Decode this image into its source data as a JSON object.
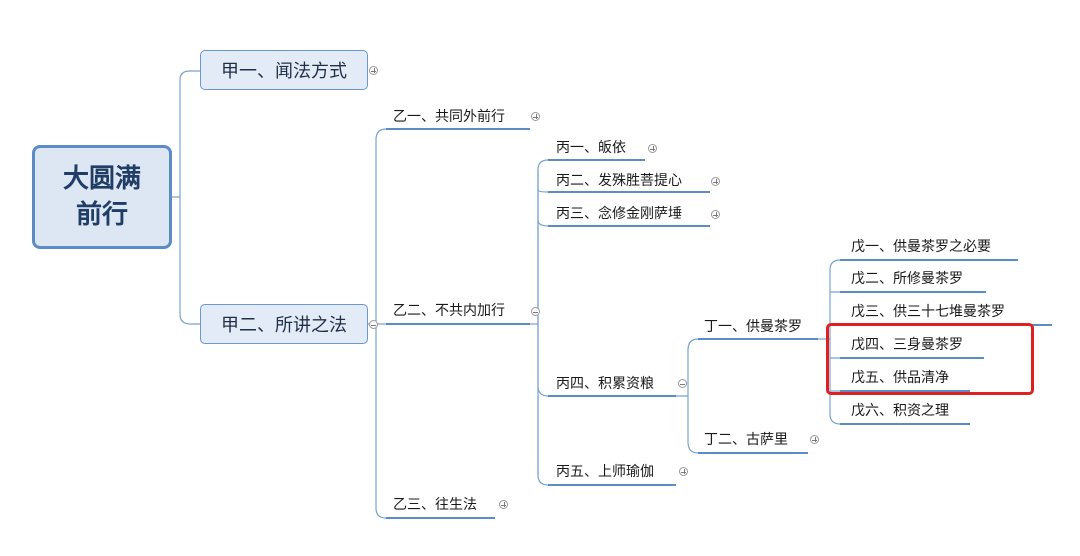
{
  "root": {
    "line1": "大圆满",
    "line2": "前行"
  },
  "level1": [
    {
      "id": "jia1",
      "label": "甲一、闻法方式"
    },
    {
      "id": "jia2",
      "label": "甲二、所讲之法"
    }
  ],
  "level2": [
    {
      "id": "yi1",
      "label": "乙一、共同外前行"
    },
    {
      "id": "yi2",
      "label": "乙二、不共内加行"
    },
    {
      "id": "yi3",
      "label": "乙三、往生法"
    }
  ],
  "level3": [
    {
      "id": "bing1",
      "label": "丙一、皈依"
    },
    {
      "id": "bing2",
      "label": "丙二、发殊胜菩提心"
    },
    {
      "id": "bing3",
      "label": "丙三、念修金刚萨埵"
    },
    {
      "id": "bing4",
      "label": "丙四、积累资粮"
    },
    {
      "id": "bing5",
      "label": "丙五、上师瑜伽"
    }
  ],
  "level4": [
    {
      "id": "ding1",
      "label": "丁一、供曼茶罗"
    },
    {
      "id": "ding2",
      "label": "丁二、古萨里"
    }
  ],
  "level5": [
    {
      "id": "wu1",
      "label": "戊一、供曼茶罗之必要"
    },
    {
      "id": "wu2",
      "label": "戊二、所修曼茶罗"
    },
    {
      "id": "wu3",
      "label": "戊三、供三十七堆曼茶罗"
    },
    {
      "id": "wu4",
      "label": "戊四、三身曼茶罗"
    },
    {
      "id": "wu5",
      "label": "戊五、供品清净"
    },
    {
      "id": "wu6",
      "label": "戊六、积资之理"
    }
  ],
  "colors": {
    "connector": "#6a98cc",
    "underline": "#5b8cc6",
    "highlight": "#e02020",
    "root_fill": "#dde6f3"
  }
}
